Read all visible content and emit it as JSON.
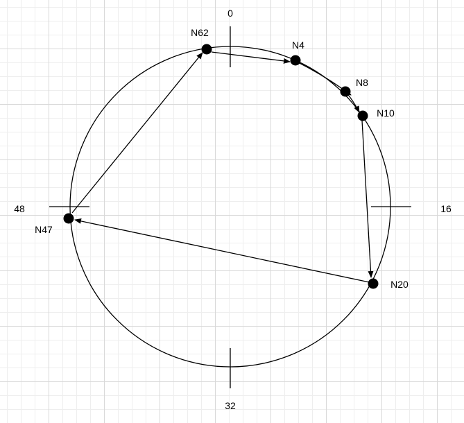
{
  "ring": {
    "ticks": [
      {
        "label": "0"
      },
      {
        "label": "16"
      },
      {
        "label": "32"
      },
      {
        "label": "48"
      }
    ]
  },
  "nodes": [
    {
      "id": "N62"
    },
    {
      "id": "N4"
    },
    {
      "id": "N8"
    },
    {
      "id": "N10"
    },
    {
      "id": "N20"
    },
    {
      "id": "N47"
    }
  ],
  "edges": [
    {
      "from": "N62",
      "to": "N4"
    },
    {
      "from": "N4",
      "to": "N8"
    },
    {
      "from": "N8",
      "to": "N10"
    },
    {
      "from": "N10",
      "to": "N20"
    },
    {
      "from": "N20",
      "to": "N47"
    },
    {
      "from": "N47",
      "to": "N62"
    }
  ],
  "colors": {
    "stroke": "#000000",
    "grid": "#d8d8d8",
    "background": "#ffffff"
  }
}
